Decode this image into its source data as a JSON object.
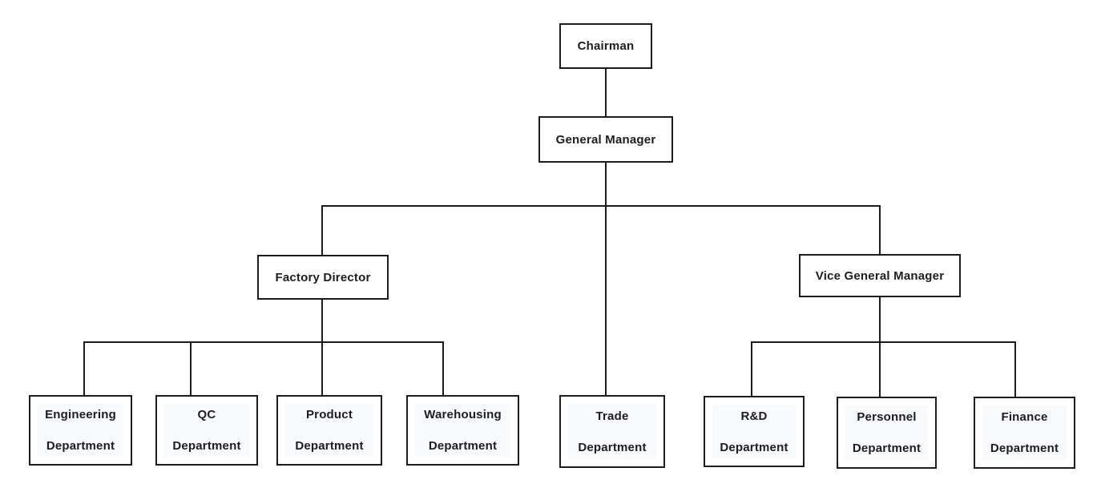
{
  "diagram": {
    "type": "org-chart",
    "background_color": "#ffffff",
    "line_color": "#1c1c1c",
    "box_border_color": "#1c1c1c",
    "text_color": "#1d1d20",
    "nodes": [
      {
        "id": "chairman",
        "level": 1,
        "line1": "Chairman",
        "line2": ""
      },
      {
        "id": "general-manager",
        "level": 2,
        "line1": "General Manager",
        "line2": ""
      },
      {
        "id": "factory-director",
        "level": 3,
        "line1": "Factory Director",
        "line2": ""
      },
      {
        "id": "vice-general-manager",
        "level": 3,
        "line1": "Vice General Manager",
        "line2": ""
      },
      {
        "id": "engineering-department",
        "level": 4,
        "line1": "Engineering",
        "line2": "Department"
      },
      {
        "id": "qc-department",
        "level": 4,
        "line1": "QC",
        "line2": "Department"
      },
      {
        "id": "product-department",
        "level": 4,
        "line1": "Product",
        "line2": "Department"
      },
      {
        "id": "warehousing-department",
        "level": 4,
        "line1": "Warehousing",
        "line2": "Department"
      },
      {
        "id": "trade-department",
        "level": 4,
        "line1": "Trade",
        "line2": "Department"
      },
      {
        "id": "rd-department",
        "level": 4,
        "line1": "R&D",
        "line2": "Department"
      },
      {
        "id": "personnel-department",
        "level": 4,
        "line1": "Personnel",
        "line2": "Department"
      },
      {
        "id": "finance-department",
        "level": 4,
        "line1": "Finance",
        "line2": "Department"
      }
    ],
    "edges": [
      {
        "from": "chairman",
        "to": "general-manager"
      },
      {
        "from": "general-manager",
        "to": "factory-director"
      },
      {
        "from": "general-manager",
        "to": "trade-department"
      },
      {
        "from": "general-manager",
        "to": "vice-general-manager"
      },
      {
        "from": "factory-director",
        "to": "engineering-department"
      },
      {
        "from": "factory-director",
        "to": "qc-department"
      },
      {
        "from": "factory-director",
        "to": "product-department"
      },
      {
        "from": "factory-director",
        "to": "warehousing-department"
      },
      {
        "from": "vice-general-manager",
        "to": "rd-department"
      },
      {
        "from": "vice-general-manager",
        "to": "personnel-department"
      },
      {
        "from": "vice-general-manager",
        "to": "finance-department"
      }
    ]
  }
}
